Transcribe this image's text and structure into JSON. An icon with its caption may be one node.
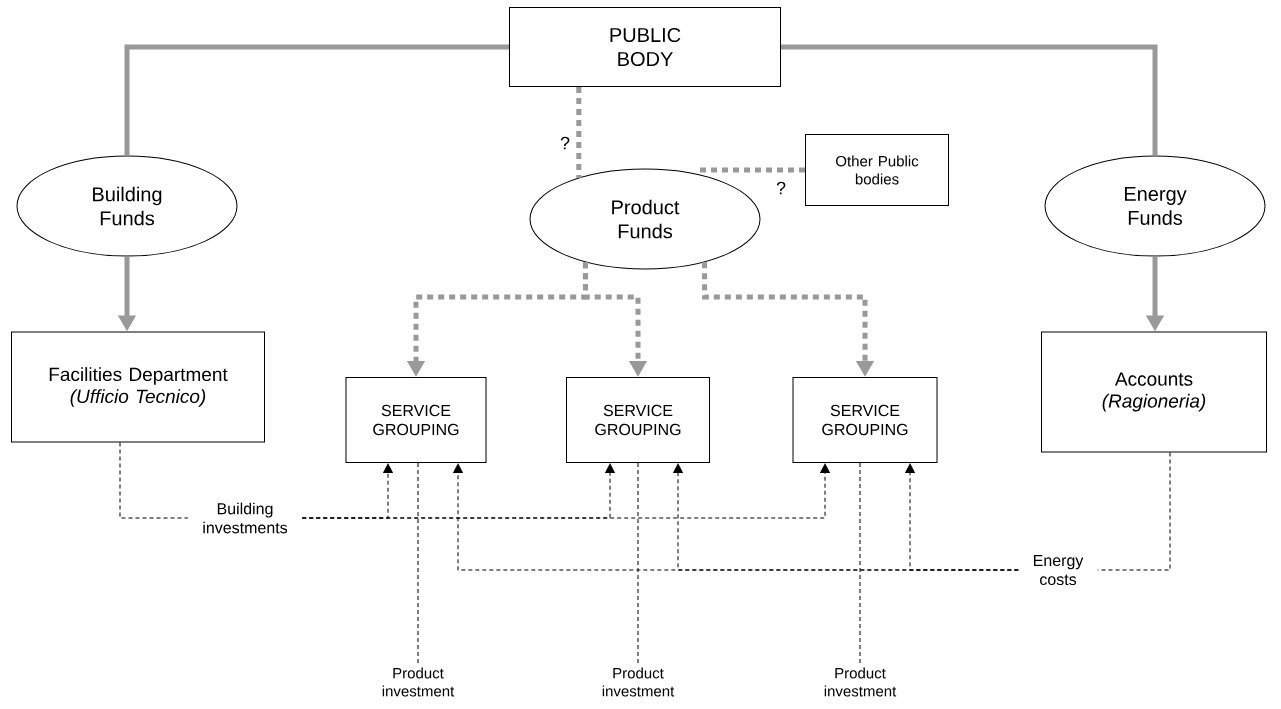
{
  "diagram": {
    "nodes": [
      {
        "text": [
          "PUBLIC BODY"
        ]
      },
      {
        "text": [
          "Building Funds"
        ]
      },
      {
        "text": [
          "Product Funds"
        ]
      },
      {
        "text": [
          "Other Public bodies"
        ]
      },
      {
        "text": [
          "Energy Funds"
        ]
      },
      {
        "text": [
          "Facilities Department",
          "(Ufficio Tecnico)"
        ]
      },
      {
        "text": [
          "SERVICE GROUPING"
        ]
      },
      {
        "text": [
          "SERVICE GROUPING"
        ]
      },
      {
        "text": [
          "SERVICE GROUPING"
        ]
      },
      {
        "text": [
          "Accounts",
          "(Ragioneria)"
        ]
      },
      {
        "text": [
          "Building investments"
        ]
      },
      {
        "text": [
          "Energy costs"
        ]
      },
      {
        "text": [
          "Product investment"
        ]
      },
      {
        "text": [
          "Product investment"
        ]
      },
      {
        "text": [
          "Product investment"
        ]
      }
    ],
    "edges": [
      {
        "from": 0,
        "to": 1,
        "arrow": "none",
        "style": "thick",
        "color": "#999999"
      },
      {
        "from": 0,
        "to": 4,
        "arrow": "none",
        "style": "thick",
        "color": "#999999"
      },
      {
        "from": 0,
        "to": 2,
        "arrow": "none",
        "label": "?",
        "style": "dashed",
        "color": "#999999"
      },
      {
        "from": 3,
        "to": 2,
        "arrow": "none",
        "label": "?",
        "style": "dashed",
        "color": "#999999"
      },
      {
        "from": 1,
        "to": 5,
        "arrow": "to",
        "style": "thick",
        "color": "#999999"
      },
      {
        "from": 4,
        "to": 9,
        "arrow": "to",
        "style": "thick",
        "color": "#999999"
      },
      {
        "from": 2,
        "to": 6,
        "arrow": "to",
        "style": "dashed",
        "color": "#999999"
      },
      {
        "from": 2,
        "to": 7,
        "arrow": "to",
        "style": "dashed",
        "color": "#999999"
      },
      {
        "from": 2,
        "to": 8,
        "arrow": "to",
        "style": "dashed",
        "color": "#999999"
      },
      {
        "from": 5,
        "to": 10,
        "arrow": "none",
        "style": "dashed"
      },
      {
        "from": 10,
        "to": 6,
        "arrow": "to",
        "style": "dashed"
      },
      {
        "from": 10,
        "to": 7,
        "arrow": "to",
        "style": "dashed"
      },
      {
        "from": 10,
        "to": 8,
        "arrow": "to",
        "style": "dashed"
      },
      {
        "from": 9,
        "to": 11,
        "arrow": "none",
        "style": "dashed"
      },
      {
        "from": 11,
        "to": 6,
        "arrow": "to",
        "style": "dashed"
      },
      {
        "from": 11,
        "to": 7,
        "arrow": "to",
        "style": "dashed"
      },
      {
        "from": 11,
        "to": 8,
        "arrow": "to",
        "style": "dashed"
      },
      {
        "from": 6,
        "to": 12,
        "arrow": "none",
        "style": "dashed"
      },
      {
        "from": 7,
        "to": 13,
        "arrow": "none",
        "style": "dashed"
      },
      {
        "from": 8,
        "to": 14,
        "arrow": "none",
        "style": "dashed"
      }
    ]
  }
}
